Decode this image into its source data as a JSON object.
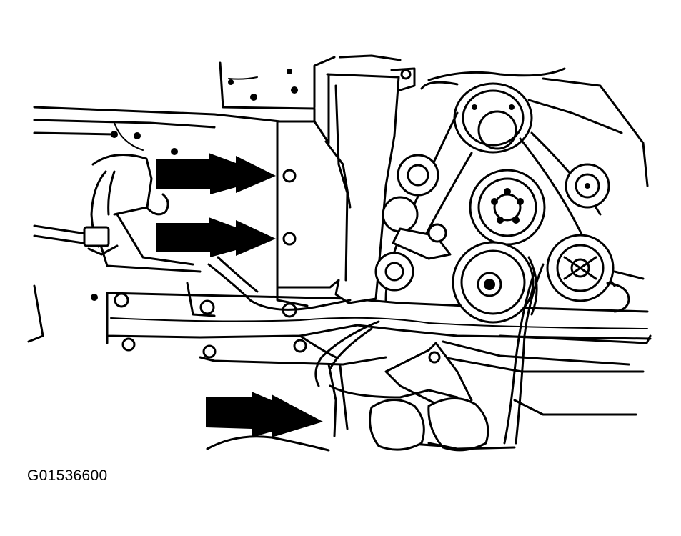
{
  "figure": {
    "id_label": "G01536600"
  },
  "callouts": [
    {
      "name": "upper-bolt-arrow",
      "icon": "arrow-right-icon"
    },
    {
      "name": "lower-bolt-arrow",
      "icon": "arrow-right-icon"
    },
    {
      "name": "lower-mount-arrow",
      "icon": "arrow-right-icon"
    }
  ],
  "colors": {
    "line": "#000000",
    "background": "#ffffff"
  }
}
